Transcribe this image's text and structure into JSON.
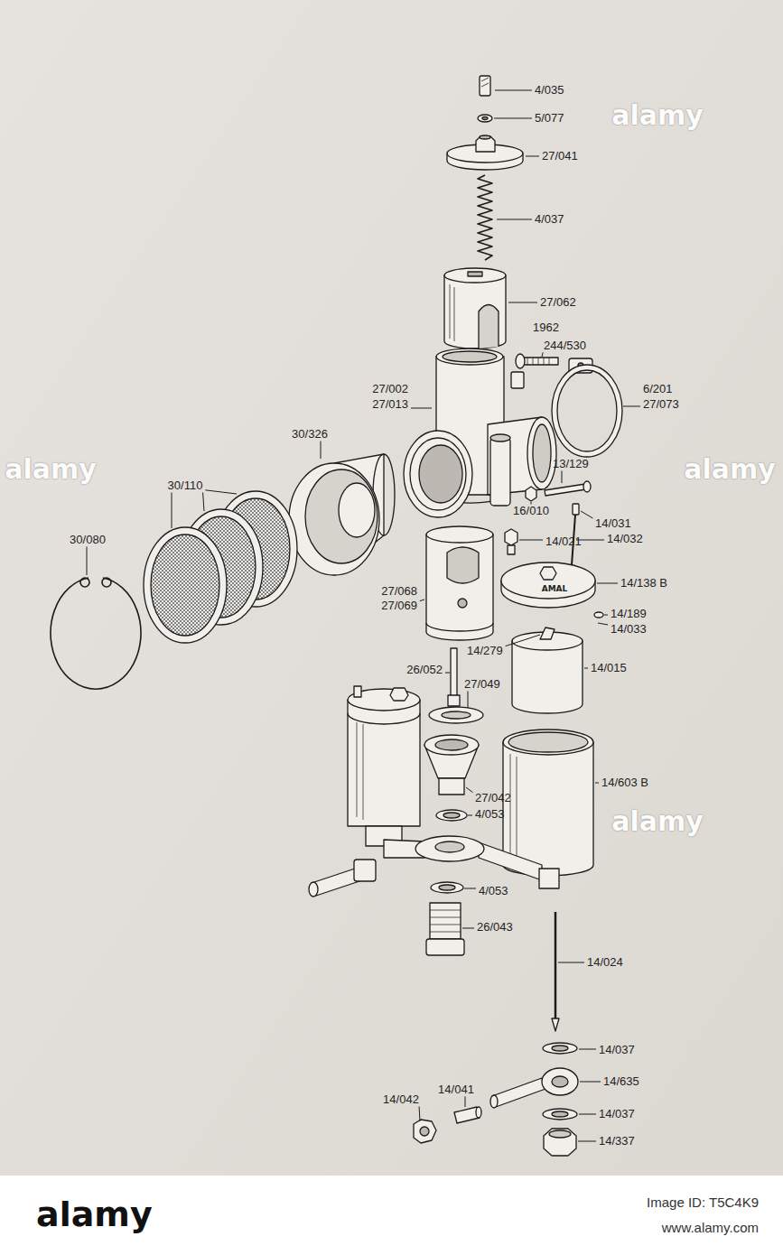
{
  "diagram": {
    "labels": [
      "4/035",
      "5/077",
      "27/041",
      "4/037",
      "27/062",
      "1962",
      "244/530",
      "27/002",
      "27/013",
      "6/201",
      "27/073",
      "30/326",
      "30/110",
      "30/080",
      "13/129",
      "16/010",
      "14/031",
      "14/032",
      "14/021",
      "14/138 B",
      "AMAL",
      "27/068",
      "27/069",
      "14/189",
      "14/033",
      "14/279",
      "14/015",
      "26/052",
      "27/049",
      "14/603 B",
      "27/042",
      "4/053",
      "4/053",
      "26/043",
      "14/024",
      "14/037",
      "14/635",
      "14/037",
      "14/337",
      "14/042",
      "14/041",
      "alamy",
      "alamy",
      "alamy",
      "alamy",
      "alamy",
      "Image ID: T5C4K9",
      "www.alamy.com"
    ]
  }
}
